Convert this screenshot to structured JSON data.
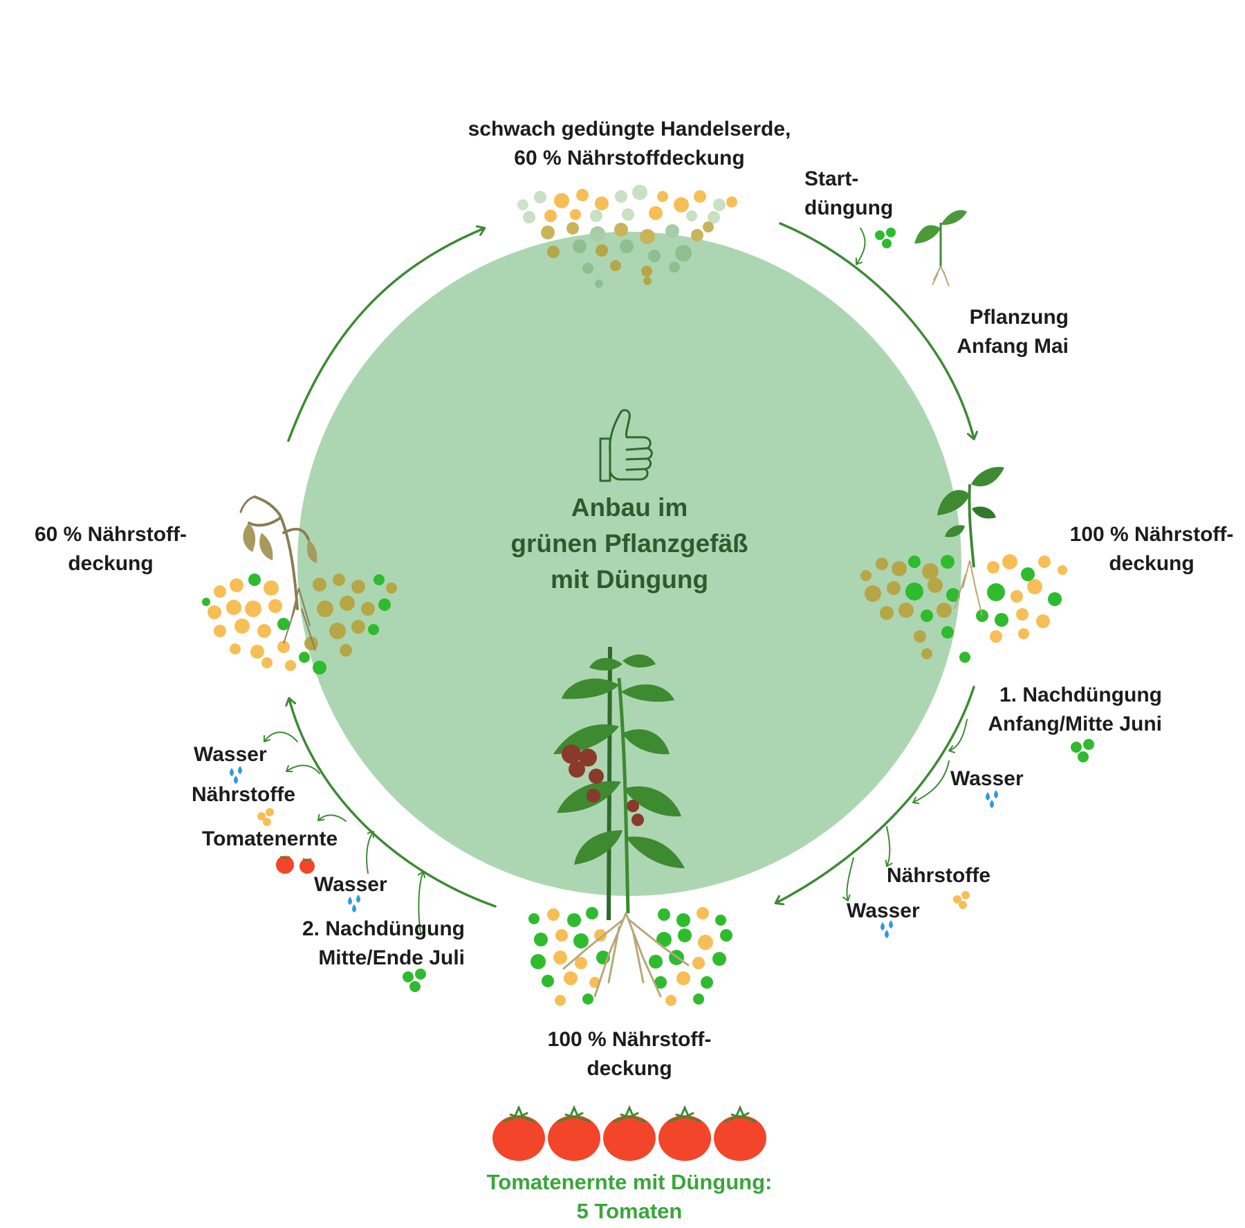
{
  "center": {
    "line1": "Anbau im",
    "line2": "grünen Pflanzgefäß",
    "line3": "mit Düngung"
  },
  "top": {
    "line1": "schwach gedüngte Handelserde,",
    "line2": "60 % Nährstoffdeckung"
  },
  "start_fertilization": {
    "line1": "Start-",
    "line2": "düngung"
  },
  "planting": {
    "line1": "Pflanzung",
    "line2": "Anfang Mai"
  },
  "right_coverage": {
    "line1": "100 % Nährstoff-",
    "line2": "deckung"
  },
  "first_refertilization": {
    "line1": "1. Nachdüngung",
    "line2": "Anfang/Mitte Juni"
  },
  "right_water_1": "Wasser",
  "right_nutrients": "Nährstoffe",
  "right_water_2": "Wasser",
  "bottom_coverage": {
    "line1": "100 % Nährstoff-",
    "line2": "deckung"
  },
  "harvest_result": {
    "line1": "Tomatenernte mit Düngung:",
    "line2": "5 Tomaten",
    "tomato_count": 5
  },
  "second_refertilization": {
    "line1": "2. Nachdüngung",
    "line2": "Mitte/Ende Juli"
  },
  "left_water_lower": "Wasser",
  "left_harvest": "Tomatenernte",
  "left_nutrients": "Nährstoffe",
  "left_water_upper": "Wasser",
  "left_coverage": {
    "line1": "60 % Nährstoff-",
    "line2": "deckung"
  },
  "colors": {
    "circle": "#acd6b2",
    "arrow": "#3c8a33",
    "fertilizer_green": "#2ebb2e",
    "soil_orange": "#f7be55",
    "soil_olive": "#b6a646",
    "water_blue": "#2e9ae0",
    "tomato_red": "#f2452a",
    "leaf_green": "#3e8a30",
    "result_text": "#3aa53a"
  },
  "icons": [
    "thumbs-up-icon",
    "fertilizer-pellets-icon",
    "water-drops-icon",
    "nutrient-icon",
    "tomato-icon",
    "seedling-icon",
    "tomato-plant-icon",
    "wilted-plant-icon"
  ]
}
